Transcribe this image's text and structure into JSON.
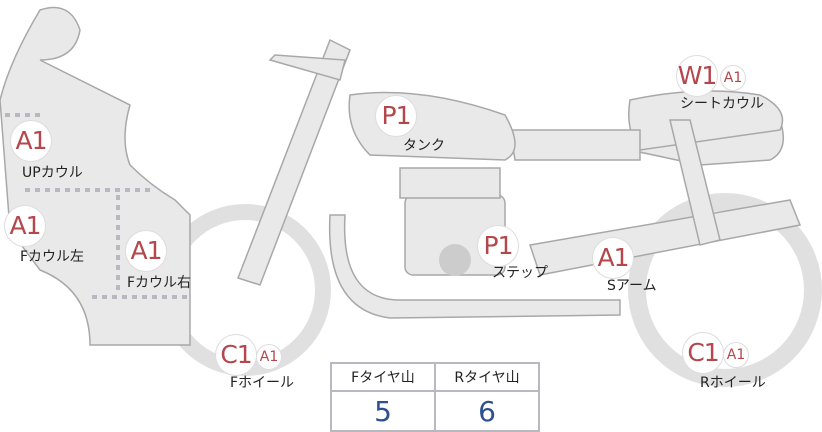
{
  "parts": [
    {
      "code": "A1",
      "label": "UPカウル"
    },
    {
      "code": "A1",
      "label": "Fカウル左"
    },
    {
      "code": "A1",
      "label": "Fカウル右"
    },
    {
      "code": "P1",
      "label": "タンク"
    },
    {
      "code": "W1",
      "sub": "A1",
      "label": "シートカウル"
    },
    {
      "code": "P1",
      "label": "ステップ"
    },
    {
      "code": "A1",
      "label": "Sアーム"
    },
    {
      "code": "C1",
      "sub": "A1",
      "label": "Fホイール"
    },
    {
      "code": "C1",
      "sub": "A1",
      "label": "Rホイール"
    }
  ],
  "tread_table": {
    "headers": [
      "Fタイヤ山",
      "Rタイヤ山"
    ],
    "values": [
      "5",
      "6"
    ]
  },
  "colors": {
    "code": "#b5464b",
    "value": "#2f4f8f",
    "body": "#e9e9e9",
    "outline": "#a8a8a8"
  }
}
